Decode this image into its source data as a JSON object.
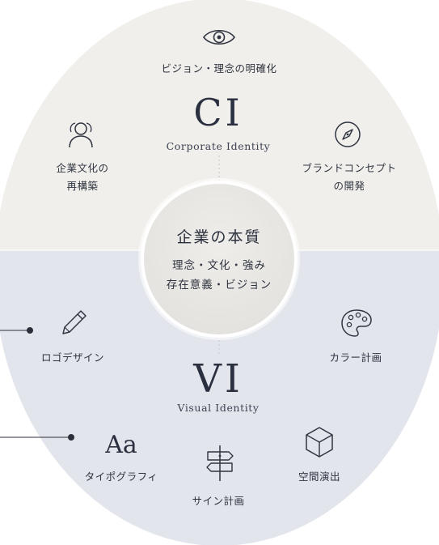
{
  "ci": {
    "title": "CI",
    "subtitle": "Corporate Identity",
    "items": [
      {
        "label": "ビジョン・理念の明確化",
        "icon": "eye-icon"
      },
      {
        "label_line1": "企業文化の",
        "label_line2": "再構築",
        "icon": "people-icon"
      },
      {
        "label_line1": "ブランドコンセプト",
        "label_line2": "の開発",
        "icon": "compass-icon"
      }
    ]
  },
  "center": {
    "title": "企業の本質",
    "line1": "理念・文化・強み",
    "line2": "存在意義・ビジョン"
  },
  "vi": {
    "title": "VI",
    "subtitle": "Visual Identity",
    "items": [
      {
        "label": "ロゴデザイン",
        "icon": "pencil-icon"
      },
      {
        "label": "カラー計画",
        "icon": "palette-icon"
      },
      {
        "label": "タイポグラフィ",
        "icon_text": "Aa",
        "icon": "typography-icon"
      },
      {
        "label": "サイン計画",
        "icon": "signpost-icon"
      },
      {
        "label": "空間演出",
        "icon": "cube-icon"
      }
    ]
  },
  "colors": {
    "ci_background": "#f1efeb",
    "vi_background": "#e3e5ec",
    "center_circle": "#e9e7e3",
    "text": "#2f3440"
  }
}
